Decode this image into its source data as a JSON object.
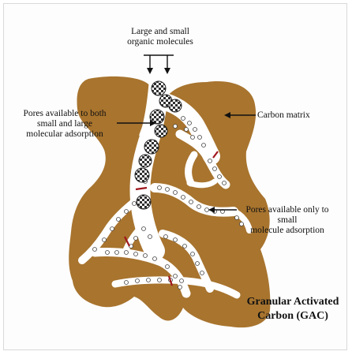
{
  "labels": {
    "top_line1": "Large and small",
    "top_line2": "organic molecules",
    "left_line1": "Pores available to both",
    "left_line2": "small and large",
    "left_line3": "molecular adsorption",
    "right": "Carbon matrix",
    "mid_line1": "Pores available only to small",
    "mid_line2": "molecule adsorption"
  },
  "title": {
    "line1": "Granular Activated",
    "line2": "Carbon (GAC)"
  },
  "colors": {
    "carbon": "#a8742e",
    "pore": "#ffffff",
    "large_molecule": "#333333",
    "barrier": "#a0161c"
  }
}
